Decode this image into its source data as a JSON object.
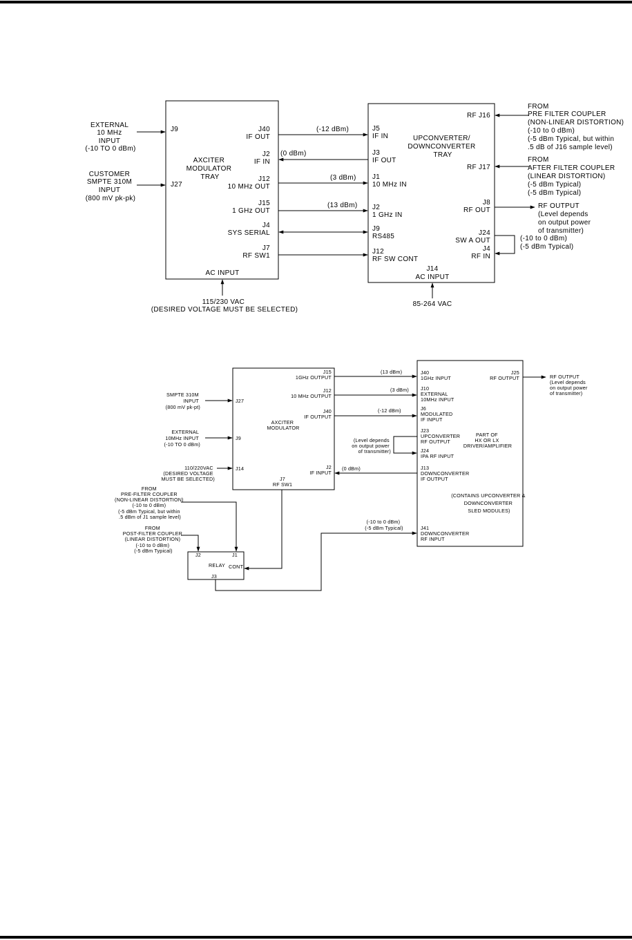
{
  "diagram1": {
    "exciter": {
      "title": [
        "AXCITER",
        "MODULATOR",
        "TRAY"
      ],
      "left_ports": [
        "J9",
        "J27"
      ],
      "right_ports": [
        [
          "J40",
          "IF OUT"
        ],
        [
          "J2",
          "IF IN"
        ],
        [
          "J12",
          "10 MHz OUT"
        ],
        [
          "J15",
          "1 GHz OUT"
        ],
        [
          "J4",
          "SYS SERIAL"
        ],
        [
          "J7",
          "RF SW1"
        ]
      ],
      "bottom_port": "AC INPUT"
    },
    "upconverter": {
      "title": [
        "UPCONVERTER/",
        "DOWNCONVERTER",
        "TRAY"
      ],
      "left_ports": [
        [
          "J5",
          "IF IN"
        ],
        [
          "J3",
          "IF OUT"
        ],
        [
          "J1",
          "10 MHz IN"
        ],
        [
          "J2",
          "1 GHz IN"
        ],
        [
          "J9",
          "RS485"
        ],
        [
          "J12",
          "RF SW CONT"
        ]
      ],
      "right_ports": [
        [
          "RF J16"
        ],
        [
          "RF J17"
        ],
        [
          "J8",
          "RF OUT"
        ],
        [
          "J24",
          "SW A OUT"
        ],
        [
          "J4",
          "RF IN"
        ]
      ],
      "bottom_port": [
        "J14",
        "AC INPUT"
      ]
    },
    "link_levels": [
      "(-12 dBm)",
      "(0 dBm)",
      "(3 dBm)",
      "(13 dBm)"
    ],
    "inputs": {
      "ext10": [
        "EXTERNAL",
        "10 MHz",
        "INPUT",
        "(-10 TO 0 dBm)"
      ],
      "smpte": [
        "CUSTOMER",
        "SMPTE 310M",
        "INPUT",
        "(800 mV pk-pk)"
      ]
    },
    "power": {
      "exciter": [
        "115/230 VAC",
        "(DESIRED VOLTAGE MUST BE SELECTED)"
      ],
      "upconverter": "85-264 VAC"
    },
    "notes": {
      "j16": [
        "FROM",
        "PRE FILTER COUPLER",
        "(NON-LINEAR DISTORTION)",
        "(-10 to 0 dBm)",
        "(-5 dBm Typical, but within",
        ".5 dB of J16 sample level)"
      ],
      "j17": [
        "FROM",
        "AFTER FILTER COUPLER",
        "(LINEAR DISTORTION)",
        "(-5 dBm Typical)",
        "(-5 dBm Typical)"
      ],
      "rfout": [
        "RF OUTPUT",
        "(Level depends",
        "on output power",
        "of transmitter)"
      ],
      "loop": [
        "(-10 to 0 dBm)",
        "(-5 dBm Typical)"
      ]
    }
  },
  "diagram2": {
    "exciter": {
      "title": [
        "AXCITER",
        "MODULATOR"
      ],
      "right_ports": [
        [
          "J15",
          "1GHz OUTPUT"
        ],
        [
          "J12",
          "10 MHz OUTPUT"
        ],
        [
          "J40",
          "IF OUTPUT"
        ],
        [
          "J2",
          "IF INPUT"
        ]
      ],
      "left_ports": [
        "J27",
        "J9",
        "J14"
      ],
      "bottom_port": [
        "J7",
        "RF SW1"
      ]
    },
    "driver": {
      "title": [
        "PART OF",
        "HX OR LX",
        "DRIVER/AMPLIFIER"
      ],
      "contains": [
        "(CONTAINS UPCONVERTER &",
        "DOWNCONVERTER",
        "SLED MODULES)"
      ],
      "left_ports": [
        [
          "J40",
          "1GHz INPUT"
        ],
        [
          "J10",
          "EXTERNAL",
          "10MHz INPUT"
        ],
        [
          "J6",
          "MODULATED",
          "IF INPUT"
        ],
        [
          "J23",
          "UPCONVERTER",
          "RF OUTPUT"
        ],
        [
          "J24",
          "IPA RF INPUT"
        ],
        [
          "J13",
          "DOWNCONVERTER",
          "IF OUTPUT"
        ],
        [
          "J41",
          "DOWNCONVERTER",
          "RF INPUT"
        ]
      ],
      "right_port": [
        "J25",
        "RF OUTPUT"
      ]
    },
    "relay": {
      "label": "RELAY",
      "ports": [
        "J2",
        "J1",
        "CONT",
        "J3"
      ]
    },
    "link_levels": [
      "(13 dBm)",
      "(3 dBm)",
      "(-12 dBm)",
      "(0 dBm)"
    ],
    "inputs": {
      "smpte": [
        "SMPTE 310M",
        "INPUT",
        "(800 mV pk-pt)"
      ],
      "ext10": [
        "EXTERNAL",
        "10MHz INPUT",
        "(-10 TO 0 dBm)"
      ],
      "power": [
        "110/220VAC",
        "(DESIRED VOLTAGE",
        "MUST BE SELECTED)"
      ]
    },
    "notes": {
      "loop": [
        "(Level depends",
        "on output power",
        "of transmitter)"
      ],
      "j41": [
        "(-10 to 0 dBm)",
        "(-5 dBm Typical)"
      ],
      "rfout": [
        "RF OUTPUT",
        "(Level depends",
        "on output power",
        "of transmitter)"
      ],
      "pre": [
        "FROM",
        "PRE-FILTER COUPLER",
        "(NON-LINEAR DISTORTION)",
        "(-10 to 0 dBm)",
        "(-5 dBm Typical, but within",
        ".5 dBm of J1 sample level)"
      ],
      "post": [
        "FROM",
        "POST-FILTER COUPLER",
        "(LINEAR DISTORTION)",
        "(-10 to 0 dBm)",
        "(-5 dBm Typical)"
      ]
    }
  }
}
